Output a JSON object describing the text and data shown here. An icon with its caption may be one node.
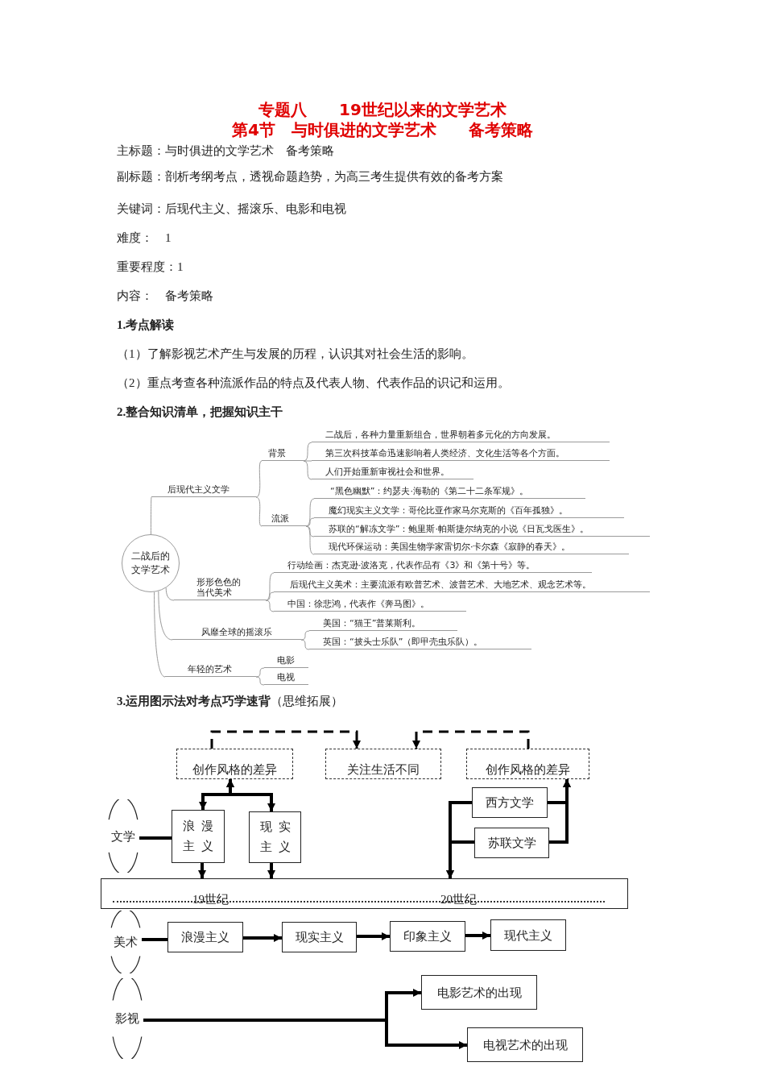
{
  "diagram": {
    "title": "专题八　　19世纪以来的文学艺术",
    "nodes": [
      {
        "text": [
          "二战后的文学艺术"
        ]
      },
      {
        "text": [
          "后现代主义文学"
        ]
      },
      {
        "text": [
          "背景"
        ]
      },
      {
        "text": [
          "二战后，各种力量重新组合，世界朝着多元化的方向发展。"
        ]
      },
      {
        "text": [
          "第三次科技革命迅速影响着人类经济、文化生活等各个方面。"
        ]
      },
      {
        "text": [
          "人们开始重新审视社会和世界。"
        ]
      },
      {
        "text": [
          "流派"
        ]
      },
      {
        "text": [
          "“黑色幽默”：约瑟夫·海勒的《第二十二条军规》。"
        ]
      },
      {
        "text": [
          "魔幻现实主义文学：哥伦比亚作家马尔克斯的《百年孤独》。"
        ]
      },
      {
        "text": [
          "苏联的“解冻文学”：鲍里斯·帕斯捷尔纳克的小说《日瓦戈医生》。"
        ]
      },
      {
        "text": [
          "现代环保运动：美国生物学家雷切尔·卡尔森《寂静的春天》。"
        ]
      },
      {
        "text": [
          "形形色色的当代美术"
        ]
      },
      {
        "text": [
          "行动绘画：杰克逊·波洛克，代表作品有《3》和《第十号》等。"
        ]
      },
      {
        "text": [
          "后现代主义美术：主要流派有欧普艺术、波普艺术、大地艺术、观念艺术等。"
        ]
      },
      {
        "text": [
          "中国：徐悲鸿，代表作《奔马图》。"
        ]
      },
      {
        "text": [
          "风靡全球的摇滚乐"
        ]
      },
      {
        "text": [
          "美国：“猫王”普莱斯利。"
        ]
      },
      {
        "text": [
          "英国：“披头士乐队”（即甲壳虫乐队）。"
        ]
      },
      {
        "text": [
          "年轻的艺术"
        ]
      },
      {
        "text": [
          "电影"
        ]
      },
      {
        "text": [
          "电视"
        ]
      },
      {
        "text": [
          "创作风格的差异"
        ]
      },
      {
        "text": [
          "关注生活不同"
        ]
      },
      {
        "text": [
          "创作风格的差异"
        ]
      },
      {
        "text": [
          "文学"
        ]
      },
      {
        "text": [
          "浪漫主义"
        ]
      },
      {
        "text": [
          "现实主义"
        ]
      },
      {
        "text": [
          "西方文学"
        ]
      },
      {
        "text": [
          "苏联文学"
        ]
      },
      {
        "text": [
          "19世纪",
          "20世纪"
        ]
      },
      {
        "text": [
          "美术"
        ]
      },
      {
        "text": [
          "浪漫主义"
        ]
      },
      {
        "text": [
          "现实主义"
        ]
      },
      {
        "text": [
          "印象主义"
        ]
      },
      {
        "text": [
          "现代主义"
        ]
      },
      {
        "text": [
          "影视"
        ]
      },
      {
        "text": [
          "电影艺术的出现"
        ]
      },
      {
        "text": [
          "电视艺术的出现"
        ]
      }
    ],
    "edges": [
      {
        "from": 0,
        "to": 1,
        "arrow": "none"
      },
      {
        "from": 1,
        "to": 2,
        "arrow": "none"
      },
      {
        "from": 2,
        "to": 3,
        "arrow": "none"
      },
      {
        "from": 2,
        "to": 4,
        "arrow": "none"
      },
      {
        "from": 2,
        "to": 5,
        "arrow": "none"
      },
      {
        "from": 1,
        "to": 6,
        "arrow": "none"
      },
      {
        "from": 6,
        "to": 7,
        "arrow": "none"
      },
      {
        "from": 6,
        "to": 8,
        "arrow": "none"
      },
      {
        "from": 6,
        "to": 9,
        "arrow": "none"
      },
      {
        "from": 6,
        "to": 10,
        "arrow": "none"
      },
      {
        "from": 0,
        "to": 11,
        "arrow": "none"
      },
      {
        "from": 11,
        "to": 12,
        "arrow": "none"
      },
      {
        "from": 11,
        "to": 13,
        "arrow": "none"
      },
      {
        "from": 11,
        "to": 14,
        "arrow": "none"
      },
      {
        "from": 0,
        "to": 15,
        "arrow": "none"
      },
      {
        "from": 15,
        "to": 16,
        "arrow": "none"
      },
      {
        "from": 15,
        "to": 17,
        "arrow": "none"
      },
      {
        "from": 0,
        "to": 18,
        "arrow": "none"
      },
      {
        "from": 18,
        "to": 19,
        "arrow": "none"
      },
      {
        "from": 18,
        "to": 20,
        "arrow": "none"
      },
      {
        "from": 21,
        "to": 22,
        "arrow": "to",
        "style": "dashed",
        "color": "#000000"
      },
      {
        "from": 23,
        "to": 22,
        "arrow": "to",
        "style": "dashed",
        "color": "#000000"
      },
      {
        "from": 24,
        "to": 25,
        "arrow": "none",
        "style": "thick",
        "color": "#000000"
      },
      {
        "from": 21,
        "to": 25,
        "arrow": "both",
        "style": "thick",
        "color": "#000000"
      },
      {
        "from": 21,
        "to": 26,
        "arrow": "both",
        "style": "thick",
        "color": "#000000"
      },
      {
        "from": 25,
        "to": 29,
        "arrow": "to",
        "style": "thick",
        "color": "#000000"
      },
      {
        "from": 26,
        "to": 29,
        "arrow": "to",
        "style": "thick",
        "color": "#000000"
      },
      {
        "from": 27,
        "to": 29,
        "arrow": "to",
        "style": "thick",
        "color": "#000000"
      },
      {
        "from": 28,
        "to": 29,
        "arrow": "to",
        "style": "thick",
        "color": "#000000"
      },
      {
        "from": 27,
        "to": 23,
        "arrow": "to",
        "style": "thick",
        "color": "#000000"
      },
      {
        "from": 28,
        "to": 23,
        "arrow": "to",
        "style": "thick",
        "color": "#000000"
      },
      {
        "from": 30,
        "to": 31,
        "arrow": "none",
        "style": "thick",
        "color": "#000000"
      },
      {
        "from": 31,
        "to": 32,
        "arrow": "to",
        "style": "thick",
        "color": "#000000"
      },
      {
        "from": 32,
        "to": 33,
        "arrow": "to",
        "style": "thick",
        "color": "#000000"
      },
      {
        "from": 33,
        "to": 34,
        "arrow": "to",
        "style": "thick",
        "color": "#000000"
      },
      {
        "from": 35,
        "to": 36,
        "arrow": "to",
        "style": "thick",
        "color": "#000000"
      },
      {
        "from": 35,
        "to": 37,
        "arrow": "to",
        "style": "thick",
        "color": "#000000"
      }
    ],
    "labels": [
      "第4节　与时俱进的文学艺术　　备考策略",
      "主标题：与时俱进的文学艺术　备考策略",
      "副标题：剖析考纲考点，透视命题趋势，为高三考生提供有效的备考方案",
      "关键词：后现代主义、摇滚乐、电影和电视",
      "难度：　1",
      "重要程度：1",
      "内容：　备考策略",
      "1.考点解读",
      "（1）了解影视艺术产生与发展的历程，认识其对社会生活的影响。",
      "（2）重点考查各种流派作品的特点及代表人物、代表作品的识记和运用。",
      "2.整合知识清单，把握知识主干",
      "**3.运用图示法对考点巧学速背**（思维拓展）"
    ]
  }
}
